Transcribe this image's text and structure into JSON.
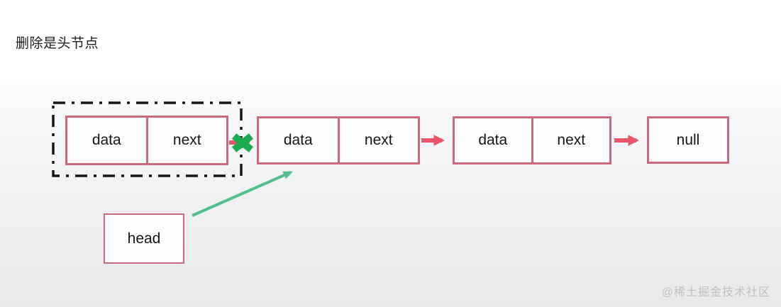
{
  "title": "删除是头节点",
  "watermark": "@稀土掘金技术社区",
  "diagram": {
    "deleted_node": {
      "data_label": "data",
      "next_label": "next"
    },
    "node2": {
      "data_label": "data",
      "next_label": "next"
    },
    "node3": {
      "data_label": "data",
      "next_label": "next"
    },
    "tail_box": {
      "label": "null"
    },
    "head_pointer": {
      "label": "head"
    }
  },
  "colors": {
    "node_border": "#cd697d",
    "arrow_pink": "#e85569",
    "cross_green": "#1eaa50",
    "arrow_green": "#52c08c",
    "dashed_border": "#151618"
  }
}
